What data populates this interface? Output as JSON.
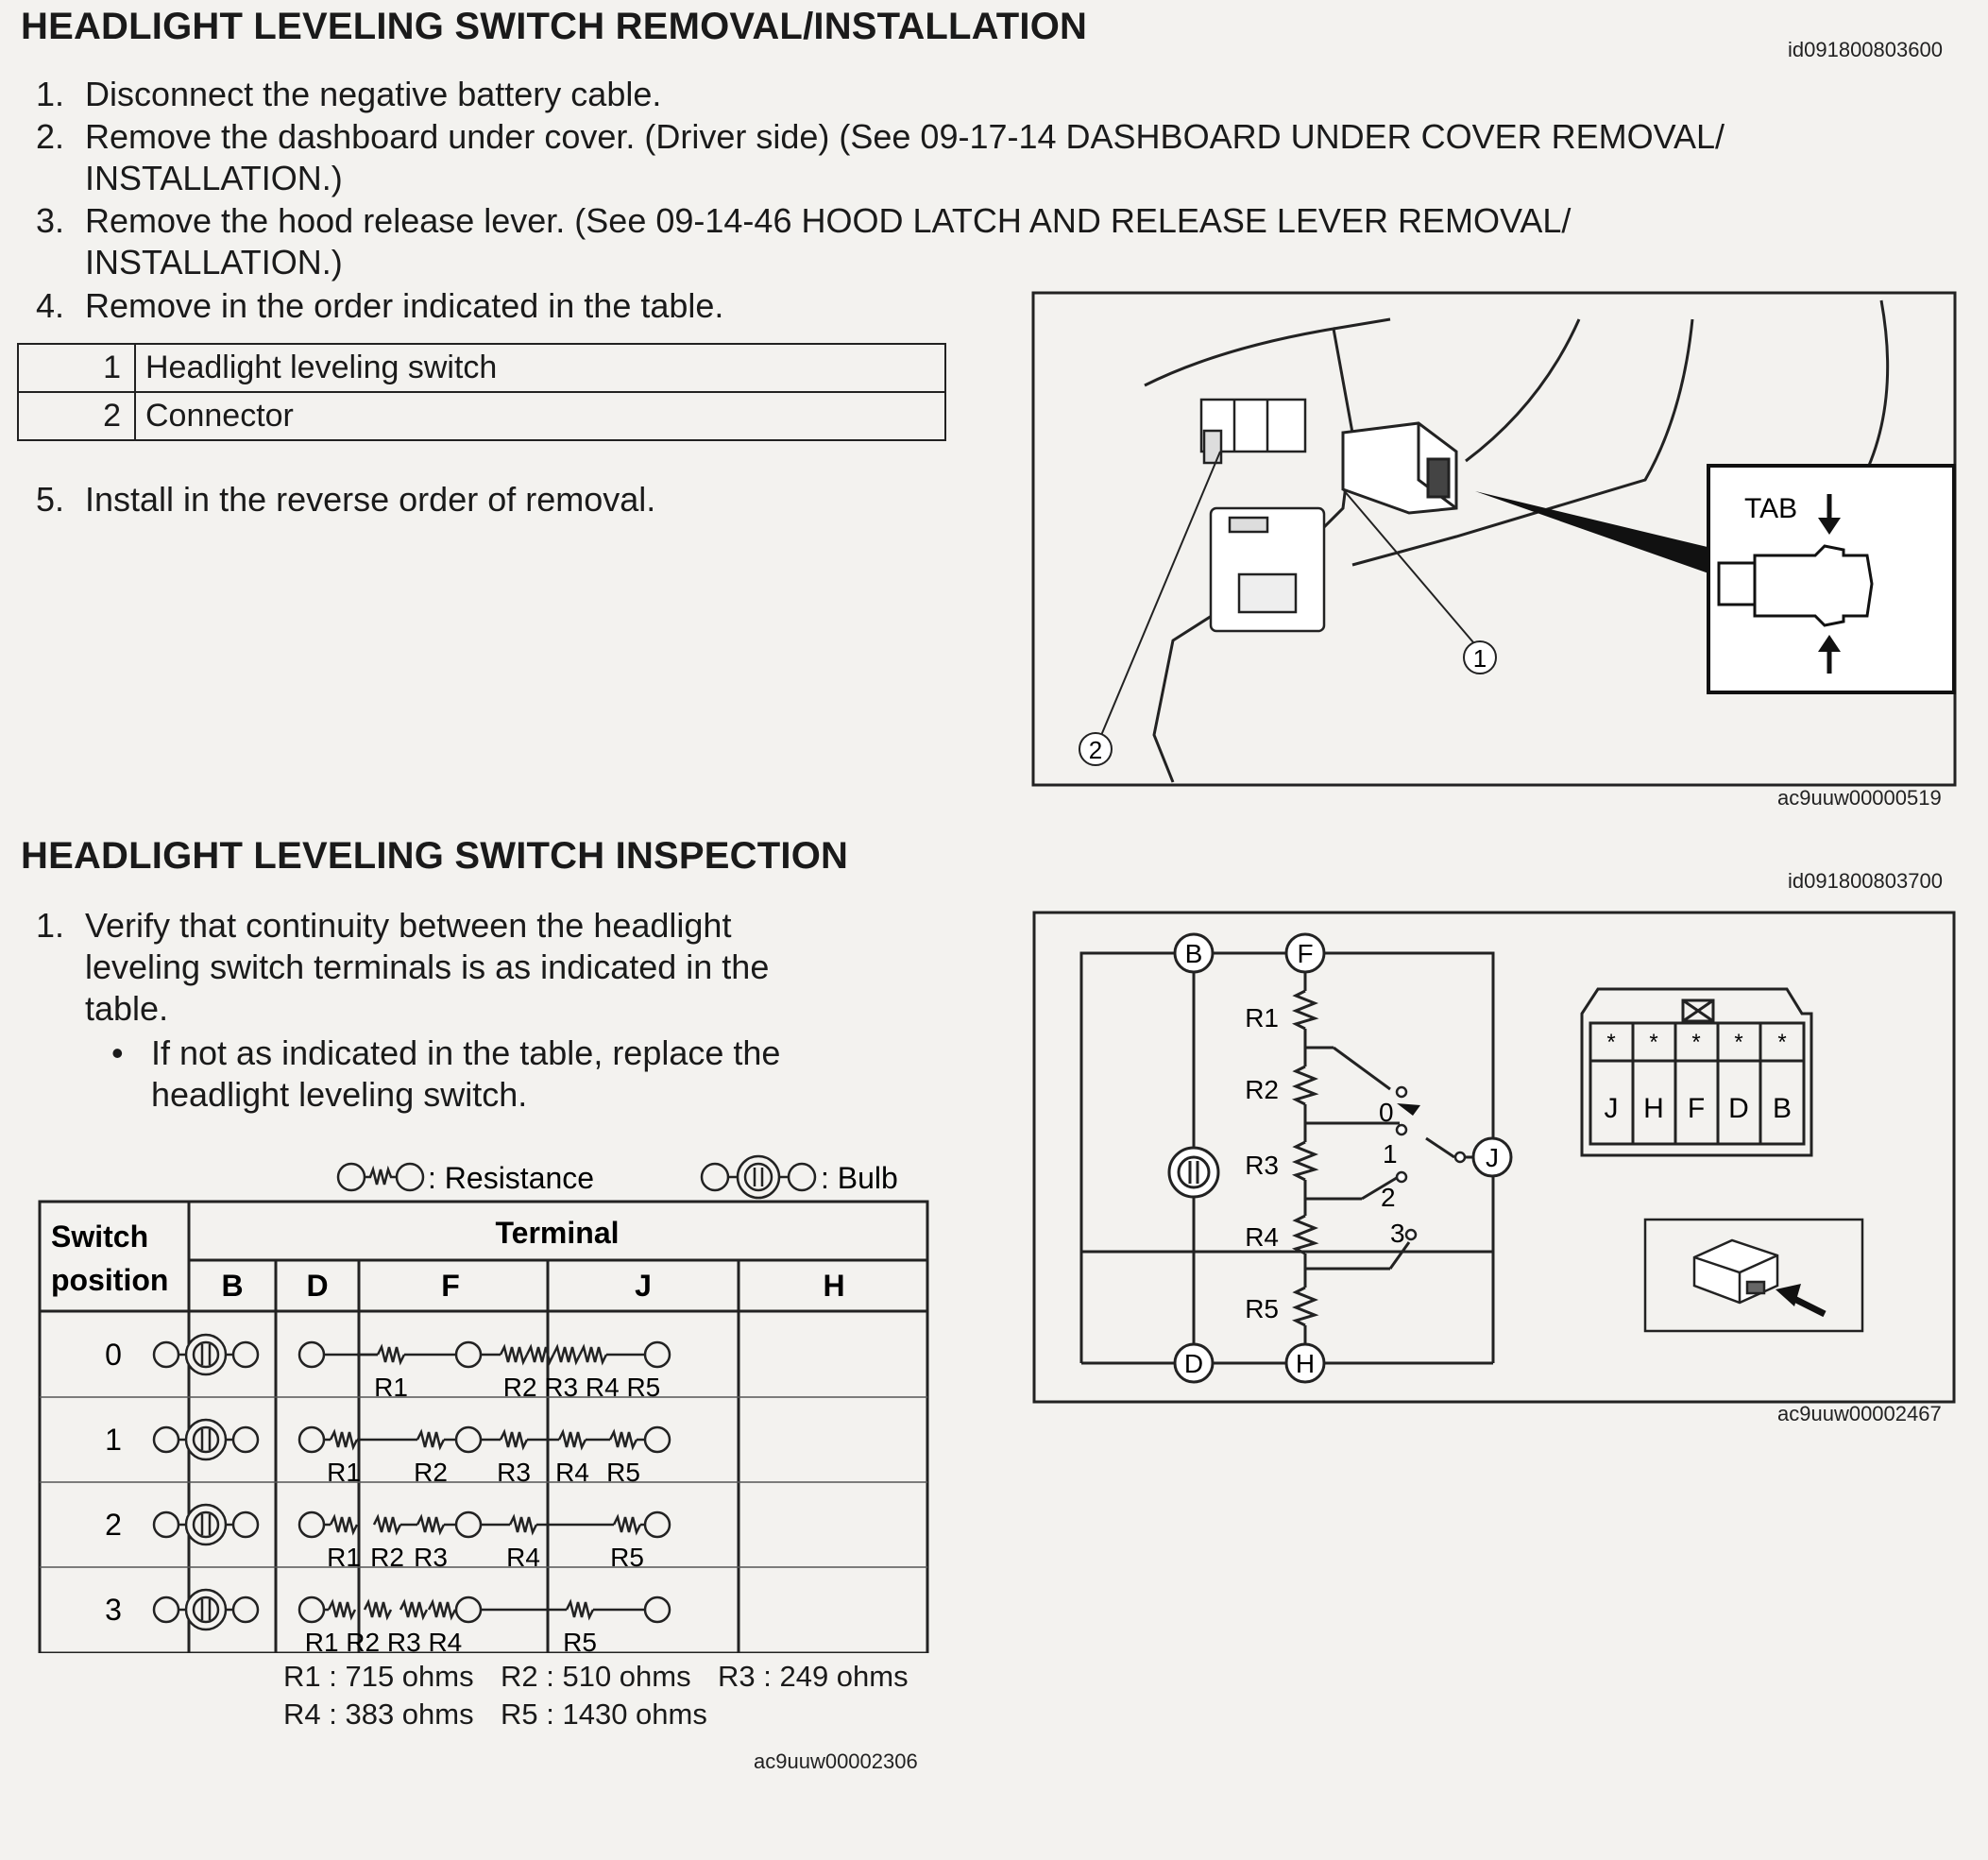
{
  "removal": {
    "title": "HEADLIGHT LEVELING SWITCH REMOVAL/INSTALLATION",
    "ref_id": "id091800803600",
    "steps": [
      {
        "num": "1.",
        "lines": [
          "Disconnect the negative battery cable."
        ]
      },
      {
        "num": "2.",
        "lines": [
          "Remove the dashboard under cover. (Driver side) (See 09-17-14 DASHBOARD UNDER COVER REMOVAL/",
          "INSTALLATION.)"
        ]
      },
      {
        "num": "3.",
        "lines": [
          "Remove the hood release lever. (See 09-14-46 HOOD LATCH AND RELEASE LEVER REMOVAL/",
          "INSTALLATION.)"
        ]
      },
      {
        "num": "4.",
        "lines": [
          "Remove in the order indicated in the table."
        ]
      }
    ],
    "order_table": [
      {
        "num": "1",
        "item": "Headlight leveling switch"
      },
      {
        "num": "2",
        "item": "Connector"
      }
    ],
    "step5": {
      "num": "5.",
      "text": "Install in the reverse order of removal."
    },
    "figure": {
      "tab_label": "TAB",
      "callout_1": "1",
      "callout_2": "2",
      "fig_id": "ac9uuw00000519"
    }
  },
  "inspection": {
    "title": "HEADLIGHT LEVELING SWITCH INSPECTION",
    "ref_id": "id091800803700",
    "step1": {
      "num": "1.",
      "lines": [
        "Verify that continuity between the headlight",
        "leveling switch terminals is as indicated in the",
        "table."
      ]
    },
    "bullet": {
      "mark": "•",
      "lines": [
        "If not as indicated in the table, replace the",
        "headlight leveling switch."
      ]
    },
    "legend": {
      "resistance": ": Resistance",
      "bulb": ": Bulb"
    },
    "table": {
      "col_switch": [
        "Switch",
        "position"
      ],
      "col_terminal": "Terminal",
      "terminals": [
        "B",
        "D",
        "F",
        "J",
        "H"
      ],
      "positions": [
        "0",
        "1",
        "2",
        "3"
      ],
      "row_labels": [
        [
          "R1",
          "R2 R3 R4 R5"
        ],
        [
          "R1",
          "R2",
          "R3",
          "R4",
          "R5"
        ],
        [
          "R1",
          "R2",
          "R3",
          "R4",
          "R5"
        ],
        [
          "R1 R2 R3 R4",
          "R5"
        ]
      ]
    },
    "resistor_values": [
      "R1 : 715 ohms",
      "R2 : 510 ohms",
      "R3 : 249 ohms",
      "R4 : 383 ohms",
      "R5 : 1430 ohms"
    ],
    "table_fig_id": "ac9uuw00002306",
    "circuit": {
      "terminals": [
        "B",
        "F",
        "J",
        "D",
        "H"
      ],
      "resistors": [
        "R1",
        "R2",
        "R3",
        "R4",
        "R5"
      ],
      "positions": [
        "0",
        "1",
        "2",
        "3"
      ],
      "connector_pins": [
        "J",
        "H",
        "F",
        "D",
        "B"
      ],
      "pin_mark": "*",
      "fig_id": "ac9uuw00002467"
    }
  }
}
